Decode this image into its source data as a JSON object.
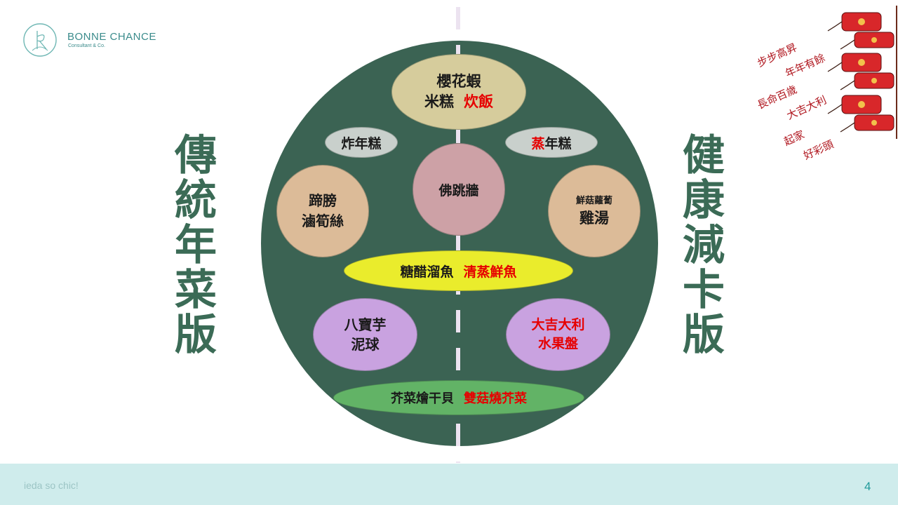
{
  "brand": {
    "name": "BONNE CHANCE",
    "subtitle": "Consultant & Co."
  },
  "left_title": [
    "傳",
    "統",
    "年",
    "菜",
    "版"
  ],
  "right_title": [
    "健",
    "康",
    "減",
    "卡",
    "版"
  ],
  "dishes": {
    "top": {
      "line1": "櫻花蝦",
      "line2_plain": "米糕",
      "line2_red": "炊飯"
    },
    "fried": {
      "text": "炸年糕"
    },
    "steamed": {
      "red": "蒸",
      "plain": "年糕"
    },
    "center": {
      "text": "佛跳牆"
    },
    "left": {
      "line1": "蹄膀",
      "line2": "滷筍絲"
    },
    "right": {
      "line1": "鮮菇蘿蔔",
      "line2": "雞湯"
    },
    "fish": {
      "plain": "糖醋溜魚",
      "red": "清蒸鮮魚"
    },
    "taro": {
      "line1": "八寶芋",
      "line2": "泥球"
    },
    "fruit": {
      "line1": "大吉大利",
      "line2": "水果盤"
    },
    "veg": {
      "plain": "芥菜燴干貝",
      "red": "雙菇燒芥菜"
    }
  },
  "wishes": [
    "步步高昇",
    "年年有餘",
    "長命百歲",
    "大吉大利",
    "起家",
    "好彩頭"
  ],
  "footer": {
    "text": "ieda so chic!",
    "page_number": "4"
  },
  "colors": {
    "plate": "#3b6353",
    "title_green": "#3b6b56",
    "highlight_red": "#e60000",
    "footer_bg": "#cfecec",
    "brand_teal": "#3a8b8b"
  }
}
